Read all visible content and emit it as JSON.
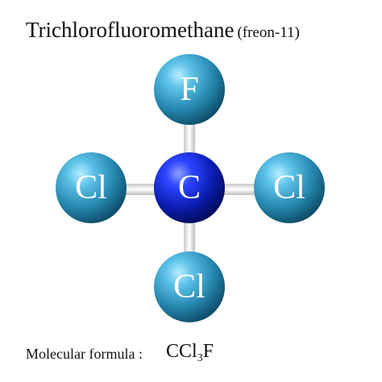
{
  "title": {
    "name": "Trichlorofluoromethane",
    "alias": "(freon-11)"
  },
  "molecule": {
    "center": {
      "symbol": "C",
      "color": "#0b1fb8"
    },
    "top": {
      "symbol": "F",
      "color": "#2b93bd"
    },
    "left": {
      "symbol": "Cl",
      "color": "#2b93bd"
    },
    "right": {
      "symbol": "Cl",
      "color": "#2b93bd"
    },
    "bottom": {
      "symbol": "Cl",
      "color": "#2b93bd"
    },
    "bond_color": "#e8e8e8"
  },
  "formula": {
    "label": "Molecular formula :",
    "part1": "CCl",
    "subscript": "3",
    "part2": "F"
  }
}
